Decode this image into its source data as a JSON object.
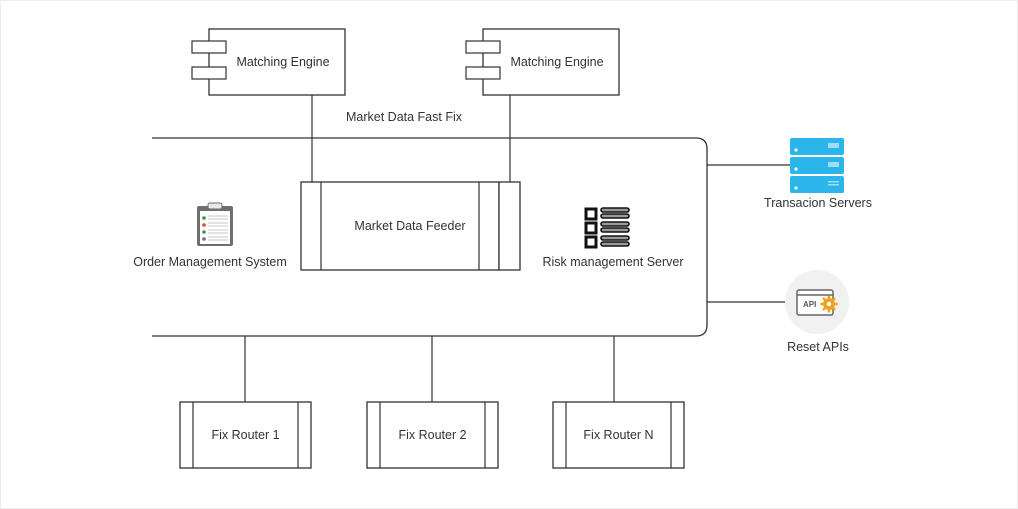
{
  "diagram": {
    "title_label": "Market Data Fast Fix",
    "nodes": {
      "matching_engine_1": {
        "label": "Matching Engine",
        "type": "component"
      },
      "matching_engine_2": {
        "label": "Matching Engine",
        "type": "component"
      },
      "market_data_feeder": {
        "label": "Market Data Feeder",
        "type": "process"
      },
      "order_management_system": {
        "label": "Order Management System",
        "icon": "clipboard-checklist-icon"
      },
      "risk_management_server": {
        "label": "Risk management Server",
        "icon": "checklist-icon"
      },
      "transaction_servers": {
        "label": "Transacion Servers",
        "icon": "server-stack-icon"
      },
      "reset_apis": {
        "label": "Reset APIs",
        "icon": "api-gear-icon"
      },
      "fix_router_1": {
        "label": "Fix Router 1",
        "type": "process"
      },
      "fix_router_2": {
        "label": "Fix Router 2",
        "type": "process"
      },
      "fix_router_n": {
        "label": "Fix Router N",
        "type": "process"
      }
    },
    "edges": [
      {
        "from": "matching_engine_1",
        "to": "market_data_feeder"
      },
      {
        "from": "matching_engine_2",
        "to": "market_data_feeder"
      },
      {
        "from": "bus",
        "to": "transaction_servers"
      },
      {
        "from": "bus",
        "to": "reset_apis"
      },
      {
        "from": "bus",
        "to": "fix_router_1"
      },
      {
        "from": "bus",
        "to": "fix_router_2"
      },
      {
        "from": "bus",
        "to": "fix_router_n"
      }
    ],
    "colors": {
      "stroke": "#333333",
      "text": "#333333",
      "server_blue": "#2bb5ea",
      "gear_orange": "#f0a020",
      "api_circle": "#f1f1f1"
    }
  }
}
